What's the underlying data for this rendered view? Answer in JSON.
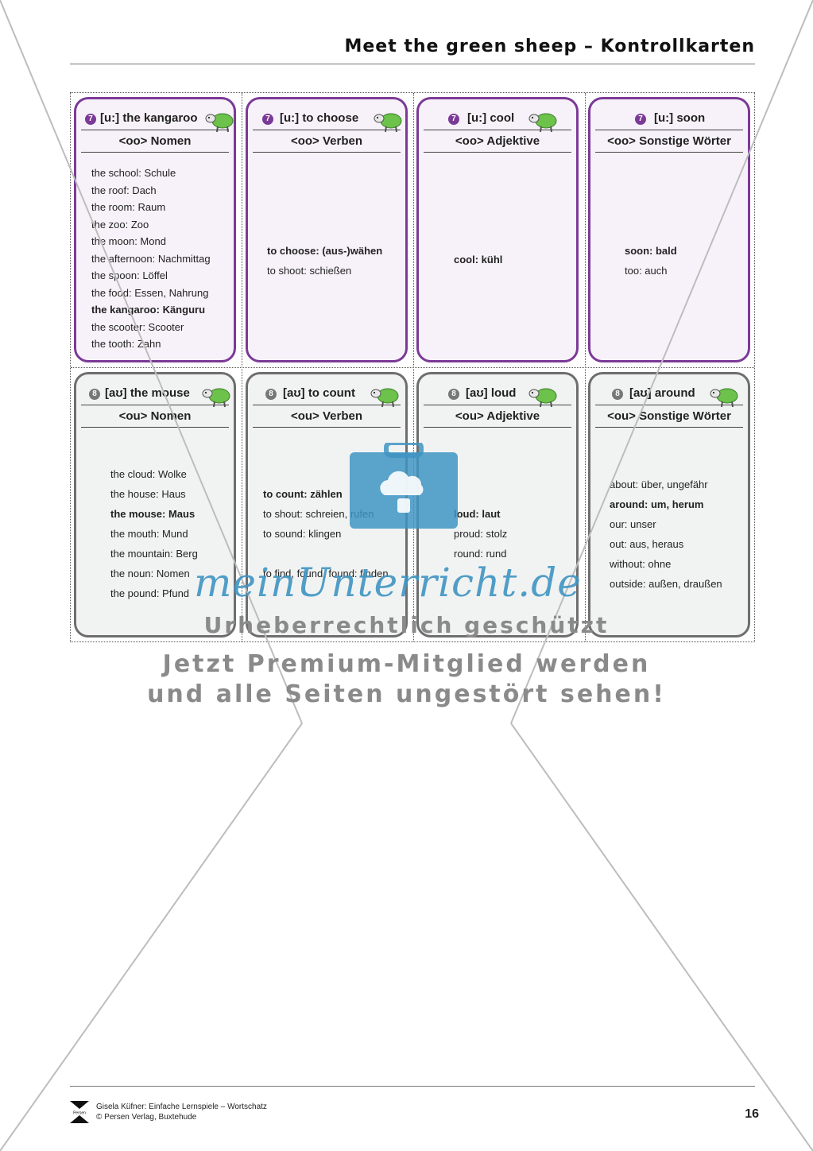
{
  "header": {
    "title": "Meet the green sheep – Kontrollkarten"
  },
  "cards_row1": [
    {
      "num": "7",
      "sound": "[u:] the kangaroo",
      "category": "<oo> Nomen",
      "words": [
        {
          "t": "the school: Schule",
          "b": false
        },
        {
          "t": "the roof: Dach",
          "b": false
        },
        {
          "t": "the room: Raum",
          "b": false
        },
        {
          "t": "the zoo: Zoo",
          "b": false
        },
        {
          "t": "the moon: Mond",
          "b": false
        },
        {
          "t": "the afternoon: Nachmittag",
          "b": false
        },
        {
          "t": "the spoon: Löffel",
          "b": false
        },
        {
          "t": "the food: Essen, Nahrung",
          "b": false
        },
        {
          "t": "the kangaroo: Känguru",
          "b": true
        },
        {
          "t": "the scooter: Scooter",
          "b": false
        },
        {
          "t": "the tooth: Zahn",
          "b": false
        }
      ]
    },
    {
      "num": "7",
      "sound": "[u:]  to choose",
      "category": "<oo> Verben",
      "words": [
        {
          "t": "to choose: (aus-)wähen",
          "b": true
        },
        {
          "t": "to shoot: schießen",
          "b": false
        }
      ]
    },
    {
      "num": "7",
      "sound": "[u:]  cool",
      "category": "<oo> Adjektive",
      "words": [
        {
          "t": "cool: kühl",
          "b": true
        }
      ]
    },
    {
      "num": "7",
      "sound": "[u:]  soon",
      "category": "<oo> Sonstige Wörter",
      "words": [
        {
          "t": "soon: bald",
          "b": true
        },
        {
          "t": "too: auch",
          "b": false
        }
      ]
    }
  ],
  "cards_row2": [
    {
      "num": "8",
      "sound": "[aʊ]  the mouse",
      "category": "<ou> Nomen",
      "words": [
        {
          "t": "the cloud: Wolke",
          "b": false
        },
        {
          "t": "the house: Haus",
          "b": false
        },
        {
          "t": "the mouse: Maus",
          "b": true
        },
        {
          "t": "the mouth: Mund",
          "b": false
        },
        {
          "t": "the mountain: Berg",
          "b": false
        },
        {
          "t": "the noun: Nomen",
          "b": false
        },
        {
          "t": "the pound: Pfund",
          "b": false
        }
      ]
    },
    {
      "num": "8",
      "sound": "[aʊ]  to count",
      "category": "<ou> Verben",
      "words": [
        {
          "t": "to count: zählen",
          "b": true
        },
        {
          "t": "to shout: schreien, rufen",
          "b": false
        },
        {
          "t": "to sound: klingen",
          "b": false
        },
        {
          "t": "to find, found, found: finden",
          "b": false
        }
      ]
    },
    {
      "num": "8",
      "sound": "[aʊ]  loud",
      "category": "<ou> Adjektive",
      "words": [
        {
          "t": "loud: laut",
          "b": true
        },
        {
          "t": "proud: stolz",
          "b": false
        },
        {
          "t": "round: rund",
          "b": false
        }
      ]
    },
    {
      "num": "8",
      "sound": "[aʊ]  around",
      "category": "<ou> Sonstige Wörter",
      "words": [
        {
          "t": "about: über, ungefähr",
          "b": false
        },
        {
          "t": "around: um, herum",
          "b": true
        },
        {
          "t": "our: unser",
          "b": false
        },
        {
          "t": "out: aus, heraus",
          "b": false
        },
        {
          "t": "without: ohne",
          "b": false
        },
        {
          "t": "outside: außen, draußen",
          "b": false
        }
      ]
    }
  ],
  "watermark": {
    "logo": "meinUnterricht.de",
    "line1": "Urheberrechtlich geschützt",
    "line2": "Jetzt Premium-Mitglied werden",
    "line3": "und alle Seiten ungestört sehen!"
  },
  "footer": {
    "publisher_logo": "Persen",
    "line1": "Gisela Küfner: Einfache Lernspiele – Wortschatz",
    "line2": "© Persen Verlag, Buxtehude",
    "page": "16"
  },
  "colors": {
    "purple": "#7b3a96",
    "gray": "#6e6e6e",
    "watermark_blue": "#3f94c3",
    "sheep_green": "#6cc24a"
  }
}
